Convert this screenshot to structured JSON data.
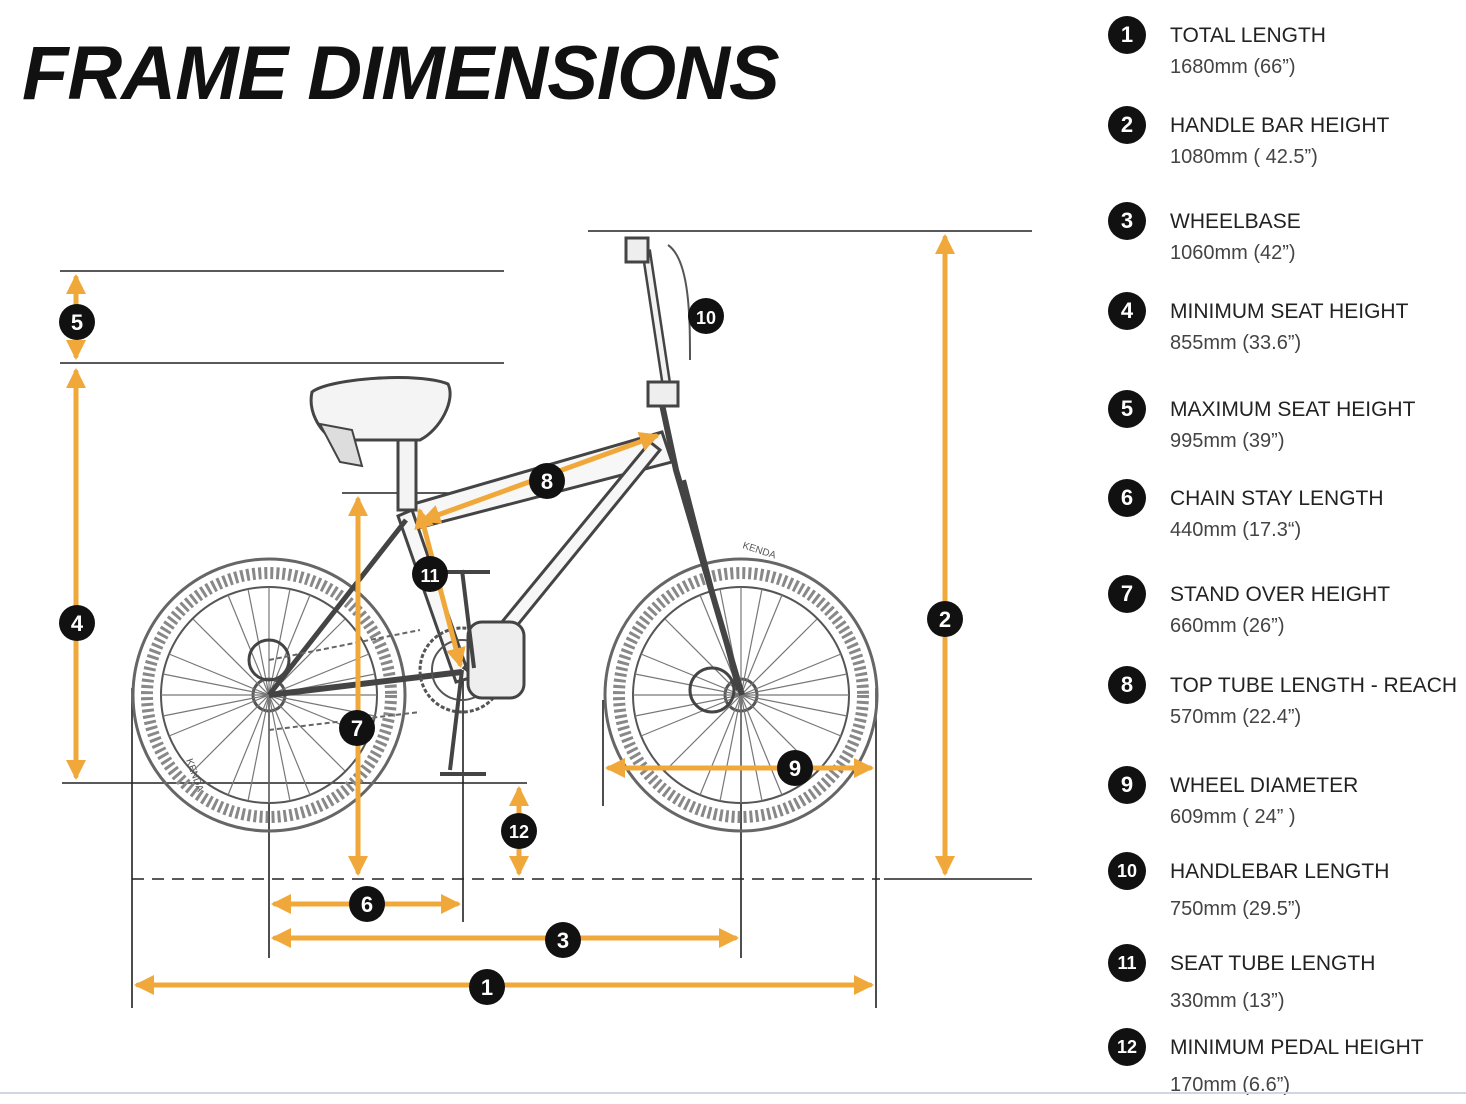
{
  "title": "FRAME DIMENSIONS",
  "colors": {
    "accent": "#f0a83a",
    "ink": "#111111",
    "line": "#555555"
  },
  "tire_text": {
    "front": "KENDA",
    "rear": "KENDA"
  },
  "dimensions": [
    {
      "num": "1",
      "label": "TOTAL LENGTH",
      "value": "1680mm (66”)"
    },
    {
      "num": "2",
      "label": "HANDLE BAR HEIGHT",
      "value": "1080mm ( 42.5”)"
    },
    {
      "num": "3",
      "label": "WHEELBASE",
      "value": "1060mm (42”)"
    },
    {
      "num": "4",
      "label": "MINIMUM SEAT HEIGHT",
      "value": "855mm (33.6”)"
    },
    {
      "num": "5",
      "label": "MAXIMUM SEAT HEIGHT",
      "value": "995mm (39”)"
    },
    {
      "num": "6",
      "label": "CHAIN STAY LENGTH",
      "value": "440mm (17.3“)"
    },
    {
      "num": "7",
      "label": "STAND OVER HEIGHT",
      "value": "660mm (26”)"
    },
    {
      "num": "8",
      "label": "TOP TUBE LENGTH - REACH",
      "value": "570mm (22.4”)"
    },
    {
      "num": "9",
      "label": "WHEEL DIAMETER",
      "value": "609mm ( 24” )"
    },
    {
      "num": "10",
      "label": "HANDLEBAR LENGTH",
      "value": "750mm (29.5”)"
    },
    {
      "num": "11",
      "label": "SEAT TUBE LENGTH",
      "value": "330mm (13”)"
    },
    {
      "num": "12",
      "label": "MINIMUM PEDAL HEIGHT",
      "value": "170mm (6.6”)"
    }
  ]
}
